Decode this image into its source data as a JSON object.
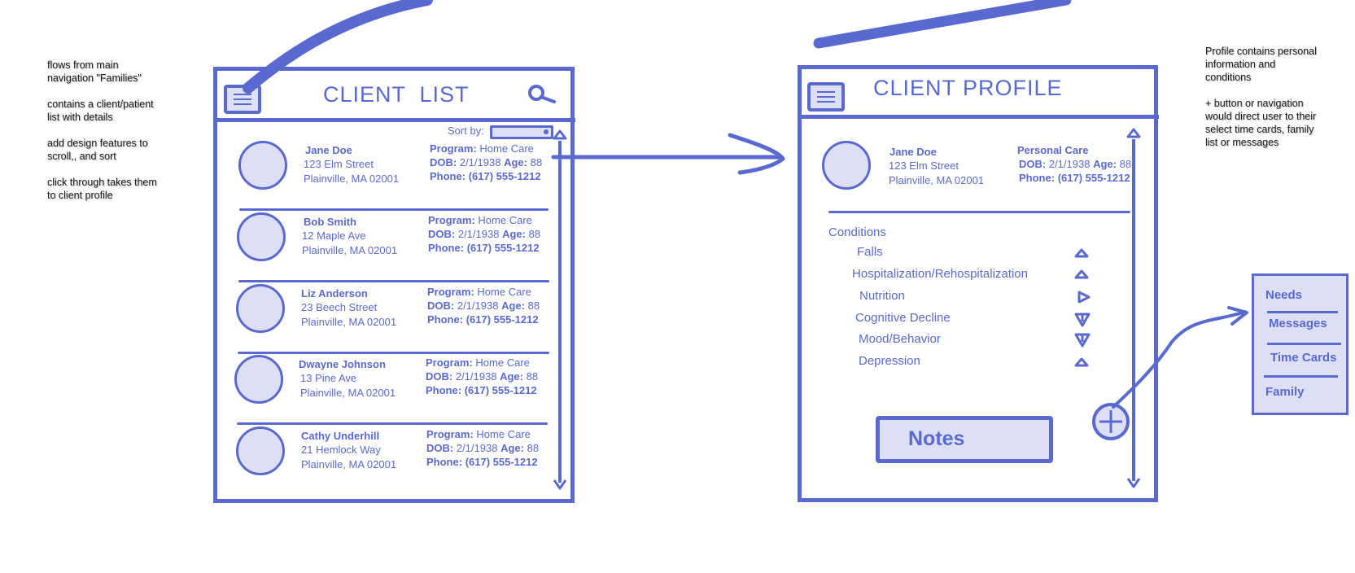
{
  "notes": {
    "left": "flows from main\nnavigation \"Families\"\n\ncontains a client/patient\nlist with details\n\nadd design features to\nscroll,, and sort\n\nclick through takes them\nto client profile",
    "right": "Profile contains personal\ninformation and\nconditions\n\n+ button or navigation\nwould direct user to their\nselect time cards, family\nlist or messages"
  },
  "client_list": {
    "title": "CLIENT  LIST",
    "sort_label": "Sort by:",
    "clients": [
      {
        "name": "Jane Doe",
        "street": "123 Elm Street",
        "city": "Plainville, MA 02001",
        "program": "Home Care",
        "dob": "2/1/1938",
        "age": "88",
        "phone": "(617) 555-1212"
      },
      {
        "name": "Bob Smith",
        "street": "12 Maple Ave",
        "city": "Plainville, MA 02001",
        "program": "Home Care",
        "dob": "2/1/1938",
        "age": "88",
        "phone": "(617) 555-1212"
      },
      {
        "name": "Liz Anderson",
        "street": "23 Beech Street",
        "city": "Plainville, MA 02001",
        "program": "Home Care",
        "dob": "2/1/1938",
        "age": "88",
        "phone": "(617) 555-1212"
      },
      {
        "name": "Dwayne Johnson",
        "street": "13 Pine Ave",
        "city": "Plainville, MA 02001",
        "program": "Home Care",
        "dob": "2/1/1938",
        "age": "88",
        "phone": "(617) 555-1212"
      },
      {
        "name": "Cathy Underhill",
        "street": "21 Hemlock Way",
        "city": "Plainville, MA 02001",
        "program": "Home Care",
        "dob": "2/1/1938",
        "age": "88",
        "phone": "(617) 555-1212"
      }
    ]
  },
  "labels": {
    "program": "Program:",
    "dob": "DOB:",
    "age": "Age:",
    "phone": "Phone:"
  },
  "client_profile": {
    "title": "CLIENT PROFILE",
    "name": "Jane Doe",
    "street": "123 Elm Street",
    "city": "Plainville, MA 02001",
    "program_name": "Personal Care",
    "dob": "2/1/1938",
    "age": "88",
    "phone": "(617) 555-1212",
    "conditions_label": "Conditions",
    "conditions": [
      {
        "label": "Falls",
        "trend": "up"
      },
      {
        "label": "Hospitalization/Rehospitalization",
        "trend": "up"
      },
      {
        "label": "Nutrition",
        "trend": "right"
      },
      {
        "label": "Cognitive Decline",
        "trend": "down"
      },
      {
        "label": "Mood/Behavior",
        "trend": "down"
      },
      {
        "label": "Depression",
        "trend": "up"
      }
    ],
    "notes_button": "Notes"
  },
  "side_menu": {
    "items": [
      "Needs",
      "Messages",
      "Time Cards",
      "Family"
    ]
  },
  "colors": {
    "accent": "#5a69cf",
    "fill": "#dde0f4"
  }
}
